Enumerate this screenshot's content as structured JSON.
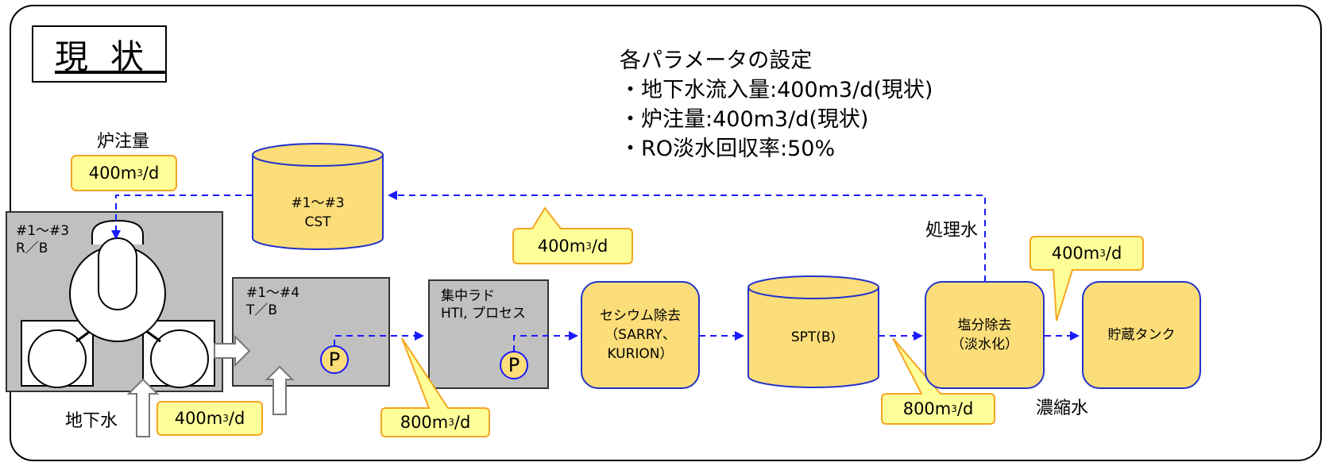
{
  "title": "現状",
  "params": {
    "heading": "各パラメータの設定",
    "items": [
      "・地下水流入量:400m3/d(現状)",
      "・炉注量:400m3/d(現状)",
      "・RO淡水回収率:50%"
    ]
  },
  "labels": {
    "injection": "炉注量",
    "groundwater": "地下水",
    "treated_water": "処理水",
    "concentrated_water": "濃縮水"
  },
  "buildings": {
    "rb_line1": "#1～#3",
    "rb_line2": "R／B",
    "tb_line1": "#1～#4",
    "tb_line2": "T／B",
    "rad_line1": "集中ラド",
    "rad_line2": "HTI, プロセス",
    "pump": "P"
  },
  "equipment": {
    "cst_line1": "#1～#3",
    "cst_line2": "CST",
    "cesium_line1": "セシウム除去",
    "cesium_line2": "（SARRY、",
    "cesium_line3": "KURION）",
    "spt": "SPT(B)",
    "desal_line1": "塩分除去",
    "desal_line2": "（淡水化）",
    "storage": "貯蔵タンク"
  },
  "flows": {
    "injection": {
      "value": "400m",
      "sup": "3",
      "unit": "/d"
    },
    "treated": {
      "value": "400m",
      "sup": "3",
      "unit": "/d"
    },
    "groundwater": {
      "value": "400m",
      "sup": "3",
      "unit": "/d"
    },
    "tb_out": {
      "value": "800m",
      "sup": "3",
      "unit": "/d"
    },
    "spt_out": {
      "value": "800m",
      "sup": "3",
      "unit": "/d"
    },
    "storage_in": {
      "value": "400m",
      "sup": "3",
      "unit": "/d"
    }
  },
  "colors": {
    "fill_yellow": "#fbdd79",
    "callout_fill": "#ffff99",
    "callout_border": "#f5a623",
    "flow_blue": "#1a1aff",
    "box_blue": "#2233cc",
    "building_gray": "#c0c0c0"
  }
}
